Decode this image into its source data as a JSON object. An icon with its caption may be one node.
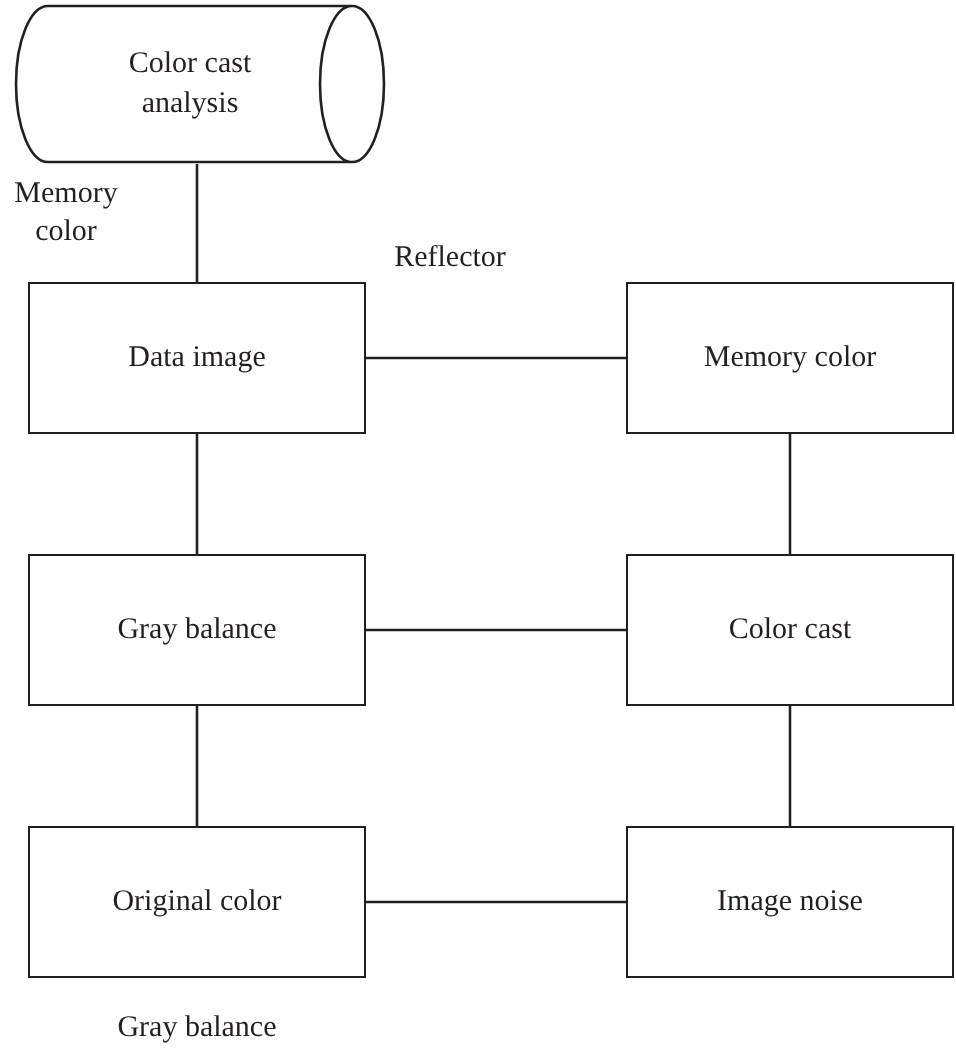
{
  "diagram": {
    "nodes": [
      {
        "text": [
          "Color cast analysis"
        ]
      },
      {
        "text": [
          "Data image"
        ]
      },
      {
        "text": [
          "Memory color"
        ]
      },
      {
        "text": [
          "Gray balance"
        ]
      },
      {
        "text": [
          "Color cast"
        ]
      },
      {
        "text": [
          "Original color"
        ],
        "beside": [
          "Gray balance"
        ]
      },
      {
        "text": [
          "Image noise"
        ]
      }
    ],
    "edges": [
      {
        "from": 0,
        "to": 1,
        "arrow": "none",
        "label": "Memory color"
      },
      {
        "from": 1,
        "to": 2,
        "arrow": "none",
        "label": "Reflector"
      },
      {
        "from": 1,
        "to": 3,
        "arrow": "none"
      },
      {
        "from": 2,
        "to": 4,
        "arrow": "none"
      },
      {
        "from": 3,
        "to": 4,
        "arrow": "none"
      },
      {
        "from": 3,
        "to": 5,
        "arrow": "none"
      },
      {
        "from": 4,
        "to": 6,
        "arrow": "none"
      },
      {
        "from": 5,
        "to": 6,
        "arrow": "none"
      }
    ]
  }
}
